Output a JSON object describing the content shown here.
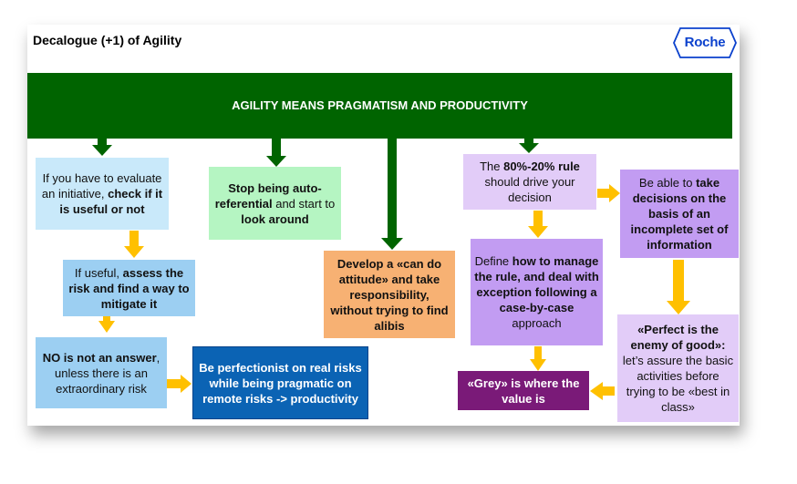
{
  "header": {
    "title": "Decalogue (+1) of Agility",
    "logo_text": "Roche"
  },
  "banner": {
    "text": "AGILITY MEANS PRAGMATISM AND PRODUCTIVITY"
  },
  "boxes": {
    "check_useful": [
      {
        "t": "If you have to evaluate an initiative, ",
        "b": false
      },
      {
        "t": "check if it is useful or not",
        "b": true
      }
    ],
    "assess_risk": [
      {
        "t": "If useful, ",
        "b": false
      },
      {
        "t": "assess the risk and find a way to mitigate it",
        "b": true
      }
    ],
    "no_answer": [
      {
        "t": "NO is not an answer",
        "b": true
      },
      {
        "t": ", unless there is an extraordinary risk",
        "b": false
      }
    ],
    "perfectionist": [
      {
        "t": "Be perfectionist on real risks while being pragmatic on remote risks -> productivity",
        "b": true
      }
    ],
    "stop_auto": [
      {
        "t": "Stop being auto-referential",
        "b": true
      },
      {
        "t": " and start to ",
        "b": false
      },
      {
        "t": "look around",
        "b": true
      }
    ],
    "can_do": [
      {
        "t": "Develop a «can do attitude» and take responsibility, without trying to find alibis",
        "b": true
      }
    ],
    "rule_8020": [
      {
        "t": "The ",
        "b": false
      },
      {
        "t": "80%-20% rule",
        "b": true
      },
      {
        "t": " should drive your decision",
        "b": false
      }
    ],
    "manage_rule": [
      {
        "t": "Define ",
        "b": false
      },
      {
        "t": "how to manage the rule, and deal with exception following a case-by-case",
        "b": true
      },
      {
        "t": " approach",
        "b": false
      }
    ],
    "grey": [
      {
        "t": "«Grey» is where the value is",
        "b": true
      }
    ],
    "take_decisions": [
      {
        "t": "Be able to ",
        "b": false
      },
      {
        "t": "take decisions on the basis of an incomplete set of information",
        "b": true
      }
    ],
    "perfect_enemy": [
      {
        "t": "«Perfect is the enemy of good»:",
        "b": true
      },
      {
        "t": " let’s assure the basic activities before trying to be «best in class»",
        "b": false
      }
    ]
  },
  "colors": {
    "banner_green": "#006400",
    "arrow_yellow": "#ffc000",
    "logo_blue": "#0b41cd"
  }
}
